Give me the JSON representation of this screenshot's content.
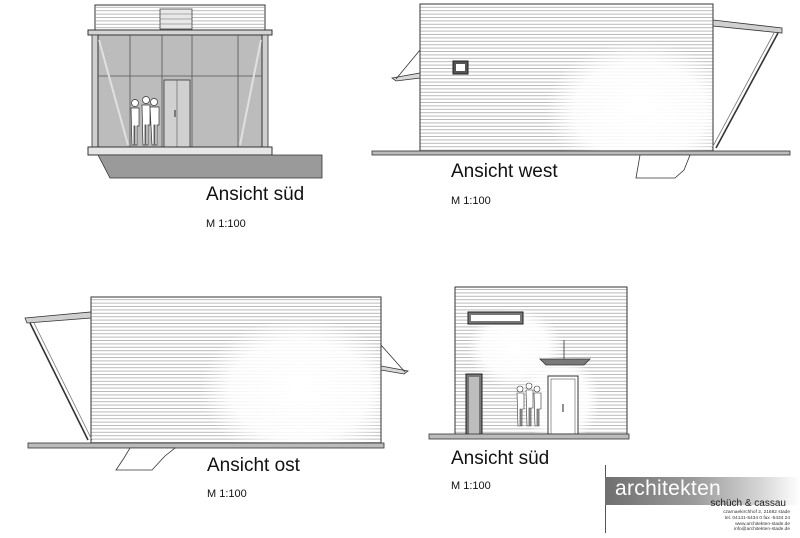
{
  "views": [
    {
      "title": "Ansicht süd",
      "scale": "M 1:100"
    },
    {
      "title": "Ansicht west",
      "scale": "M 1:100"
    },
    {
      "title": "Ansicht ost",
      "scale": "M 1:100"
    },
    {
      "title": "Ansicht süd",
      "scale": "M 1:100"
    }
  ],
  "logo": {
    "name": "architekten",
    "sub": "schüch & cassau",
    "address_lines": [
      "czarnaekirchhof 2, 21682 stade",
      "tel. 04141-5434 0  fax -5434 24",
      "www.architekten-stade.de",
      "info@architekten-stade.de"
    ]
  },
  "colors": {
    "line": "#333333",
    "glass": "#bdbdbd",
    "ground": "#9a9a9a",
    "logo_band": "#7a7a7a"
  }
}
